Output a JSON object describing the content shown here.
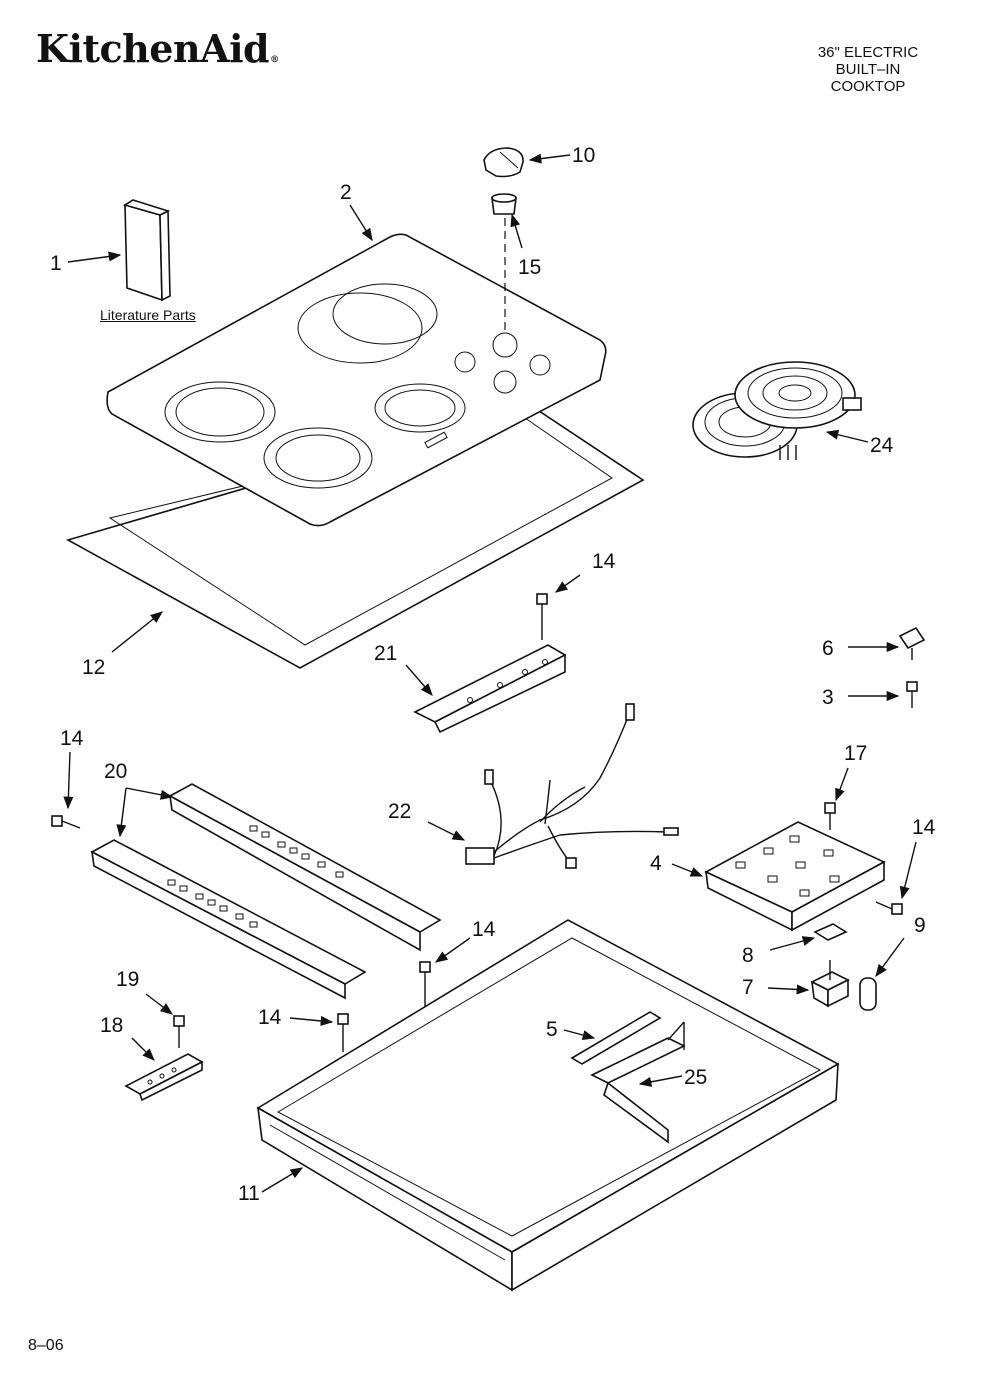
{
  "header": {
    "brand": "KitchenAid",
    "brand_mark": "®",
    "model_lines": [
      "36\" ELECTRIC",
      "BUILT–IN",
      "COOKTOP"
    ]
  },
  "footer": {
    "page_code": "8–06"
  },
  "literature_label": "Literature Parts",
  "callouts": {
    "c1": "1",
    "c2": "2",
    "c10": "10",
    "c15": "15",
    "c24": "24",
    "c12": "12",
    "c14a": "14",
    "c21": "21",
    "c6": "6",
    "c3": "3",
    "c14b": "14",
    "c20": "20",
    "c22": "22",
    "c17": "17",
    "c4": "4",
    "c14c": "14",
    "c9": "9",
    "c8": "8",
    "c7": "7",
    "c14d": "14",
    "c19": "19",
    "c18": "18",
    "c14e": "14",
    "c5": "5",
    "c25": "25",
    "c11": "11"
  }
}
